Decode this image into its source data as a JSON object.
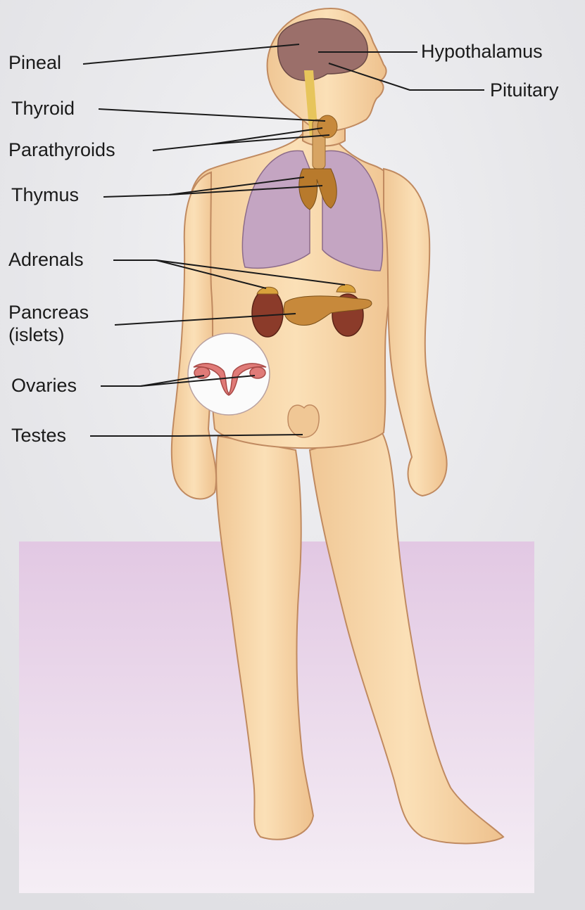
{
  "diagram": {
    "labels": {
      "pineal": "Pineal",
      "hypothalamus": "Hypothalamus",
      "pituitary": "Pituitary",
      "thyroid": "Thyroid",
      "parathyroids": "Parathyroids",
      "thymus": "Thymus",
      "adrenals": "Adrenals",
      "pancreas": "Pancreas\n(islets)",
      "ovaries": "Ovaries",
      "testes": "Testes"
    },
    "colors": {
      "background": "#e9e9ec",
      "floor": "#e9d5ea",
      "skin": "#f7d6a8",
      "skin_outline": "#c9926a",
      "brain": "#9b6f6a",
      "lungs": "#c4a5c2",
      "glands": "#b87a2c",
      "kidneys": "#8b3b2a",
      "ovary_inset": "#e07b78",
      "leader_lines": "#1a1a1a"
    }
  }
}
